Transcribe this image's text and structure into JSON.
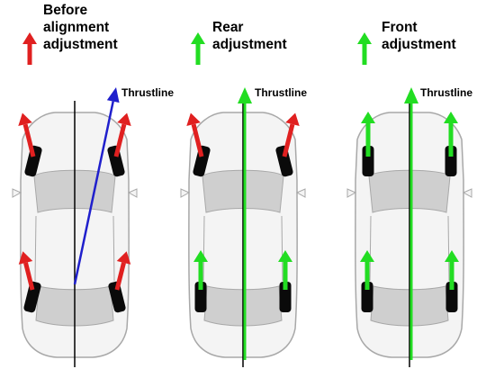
{
  "panels": [
    {
      "id": "before",
      "heading": [
        "Before",
        "alignment",
        "adjustment"
      ],
      "thrustline_label": "Thrustline",
      "legend_arrow_color": "#e02020",
      "front_wheel_arrow_color": "#e02020",
      "rear_wheel_arrow_color": "#e02020",
      "thrust_arrow_color": "#1f1fcc",
      "front_wheels_toed": true,
      "rear_wheels_toed": true
    },
    {
      "id": "rear",
      "heading": [
        "Rear",
        "adjustment"
      ],
      "thrustline_label": "Thrustline",
      "legend_arrow_color": "#22dd22",
      "front_wheel_arrow_color": "#e02020",
      "rear_wheel_arrow_color": "#22dd22",
      "thrust_arrow_color": "#22dd22",
      "front_wheels_toed": true,
      "rear_wheels_toed": false
    },
    {
      "id": "front",
      "heading": [
        "Front",
        "adjustment"
      ],
      "thrustline_label": "Thrustline",
      "legend_arrow_color": "#22dd22",
      "front_wheel_arrow_color": "#22dd22",
      "rear_wheel_arrow_color": "#22dd22",
      "thrust_arrow_color": "#22dd22",
      "front_wheels_toed": false,
      "rear_wheels_toed": false
    }
  ],
  "colors": {
    "car_body": "#f4f4f4",
    "car_outline": "#a8a8a8",
    "glass": "#cfcfcf",
    "tire": "#0a0a0a",
    "center_line": "#000000"
  }
}
